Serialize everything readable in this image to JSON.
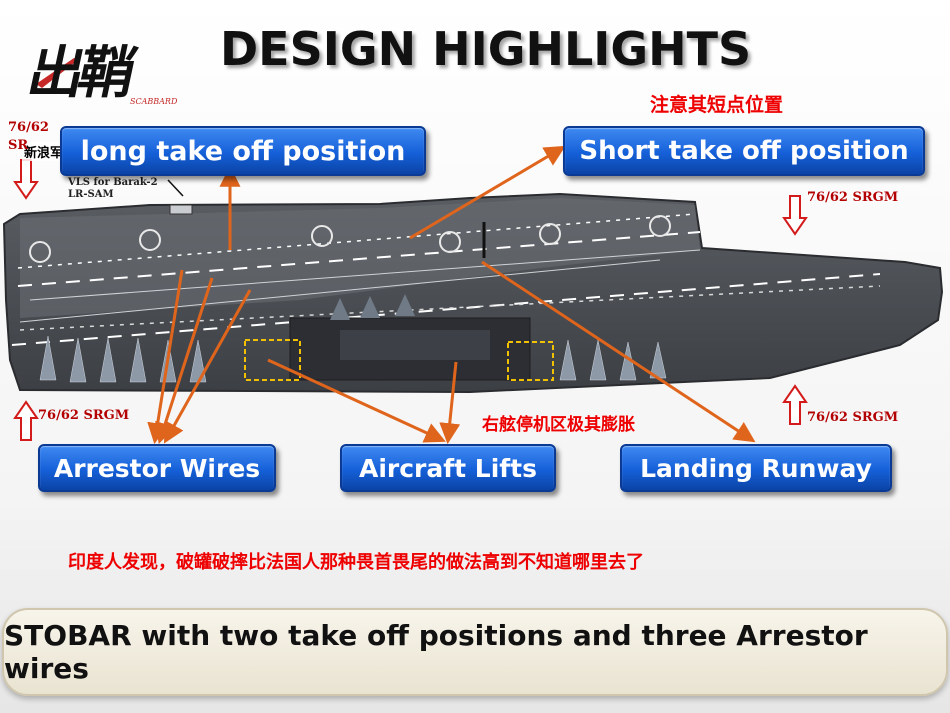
{
  "logo": {
    "characters": "出鞘",
    "subtitle": "SCABBARD"
  },
  "watermark": "新浪军事出品 每日一期",
  "title": "DESIGN HIGHLIGHTS",
  "annotation_top_cn": "注意其短点位置",
  "buttons": {
    "top_left": "long take off position",
    "top_right": "Short take off position",
    "arrestor": "Arrestor Wires",
    "lifts": "Aircraft Lifts",
    "runway": "Landing Runway"
  },
  "srgm_labels": {
    "top_left": "76/62",
    "top_left_2": "SR",
    "top_right": "76/62 SRGM",
    "bottom_left": "76/62 SRGM",
    "bottom_right": "76/62 SRGM"
  },
  "vls_label": {
    "line1": "VLS for Barak-2",
    "line2": "LR-SAM"
  },
  "annotation_parking_cn": "右舷停机区极其膨胀",
  "comment_cn": "印度人发现，破罐破摔比法国人那种畏首畏尾的做法高到不知道哪里去了",
  "stobar_caption": "STOBAR with two  take off  positions and three Arrestor wires",
  "colors": {
    "button_blue": "#1560d8",
    "arrow_orange": "#e0651c",
    "annotation_red": "#e00000",
    "deck_gray": "#4a4d52"
  }
}
